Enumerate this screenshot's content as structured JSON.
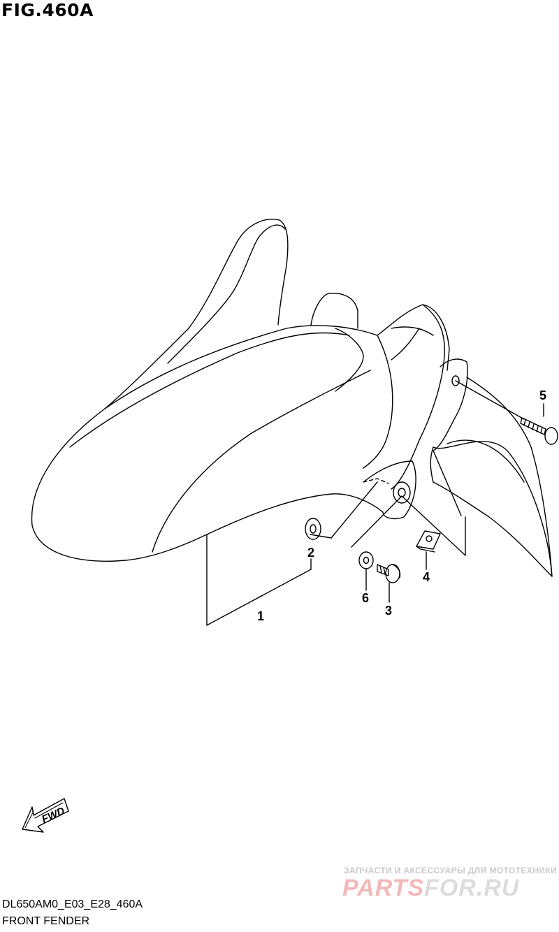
{
  "figure": {
    "title": "FIG.460A",
    "model_code": "DL650AM0_E03_E28_460A",
    "description": "FRONT FENDER"
  },
  "callouts": {
    "c1": "1",
    "c2": "2",
    "c3": "3",
    "c4": "4",
    "c5": "5",
    "c6": "6"
  },
  "fwd_label": "FWD",
  "watermark": {
    "tagline": "ЗАПЧАСТИ И АКСЕССУАРЫ ДЛЯ МОТОТЕХНИКИ",
    "logo_part1": "PARTS",
    "logo_part2": "FOR.RU"
  },
  "colors": {
    "line": "#000000",
    "watermark_red": "#f2b8ba",
    "watermark_grey": "#dcdcdc"
  }
}
